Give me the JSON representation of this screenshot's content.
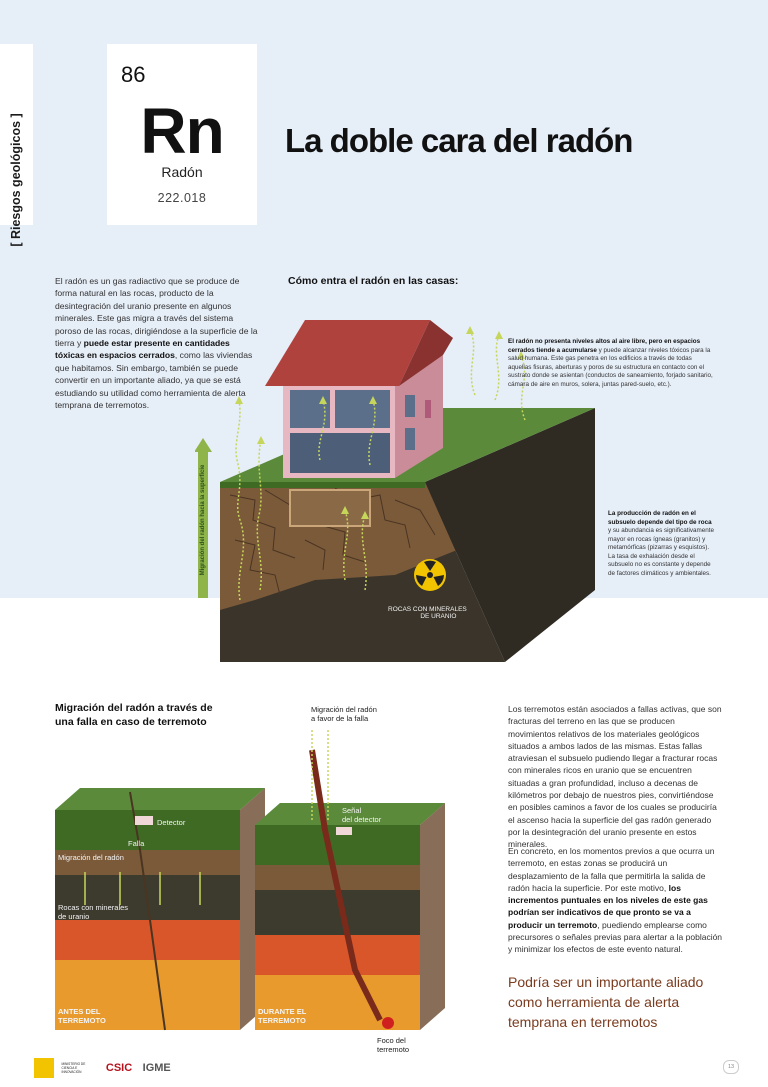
{
  "section_tag": "[ Riesgos geológicos ]",
  "element": {
    "number": "86",
    "symbol": "Rn",
    "name": "Radón",
    "mass": "222.018"
  },
  "title": "La doble cara del radón",
  "intro": {
    "p1": "El radón es un gas radiactivo que se produce de forma natural en las rocas, producto de la desintegración del uranio presente en algunos minerales. Este gas migra a través del sistema poroso de las rocas, dirigiéndose a la superficie de la tierra y ",
    "p1_bold": "puede estar presente en cantidades tóxicas en espacios cerrados",
    "p1_end": ", como las viviendas que habitamos. Sin embargo, también se puede convertir en un importante aliado, ya que se está estudiando su utilidad como herramienta de alerta temprana de terremotos."
  },
  "house_section": {
    "title": "Cómo entra el radón en las casas:",
    "note1_bold": "El radón no presenta niveles altos al aire libre, pero en espacios cerrados tiende a acumularse",
    "note1": " y puede alcanzar niveles tóxicos para la salud humana. Este gas penetra en los edificios a través de todas aquellas fisuras, aberturas y poros de su estructura en contacto con el sustrato donde se asientan (conductos de saneamiento, forjado sanitario, cámara de aire en muros, solera, juntas pared-suelo, etc.).",
    "note2_bold": "La producción de radón en el subsuelo depende del tipo de roca",
    "note2": " y su abundancia es significativamente mayor en rocas ígneas (granitos) y metamórficas (pizarras y esquistos). La tasa de exhalación desde el subsuelo no es constante y depende de factores climáticos y ambientales.",
    "migration_label": "Migración del radón hacia la superficie",
    "rock_label_1": "ROCAS CON MINERALES",
    "rock_label_2": "DE URANIO"
  },
  "fault_section": {
    "title_1": "Migración del radón a través de",
    "title_2": "una falla en caso de terremoto",
    "top_label_1": "Migración del radón",
    "top_label_2": "a favor de la falla",
    "detector": "Detector",
    "falla": "Falla",
    "migration": "Migración del radón",
    "rocks_1": "Rocas con minerales",
    "rocks_2": "de uranio",
    "signal_1": "Señal",
    "signal_2": "del detector",
    "before_1": "ANTES DEL",
    "before_2": "TERREMOTO",
    "during_1": "DURANTE EL",
    "during_2": "TERREMOTO",
    "focus_1": "Foco del",
    "focus_2": "terremoto"
  },
  "body": {
    "p1": "Los terremotos están asociados a fallas activas, que son fracturas del terreno en las que se producen movimientos relativos de los materiales geológicos situados a ambos lados de las mismas. Estas fallas atraviesan el subsuelo pudiendo llegar a fracturar rocas con minerales ricos en uranio que se encuentren situadas a gran profundidad, incluso a decenas de kilómetros por debajo de nuestros pies, convirtiéndose en posibles caminos a favor de los cuales se produciría el ascenso hacia la superficie del gas radón generado por la desintegración del uranio presente en estos minerales.",
    "p2_start": "En concreto, en los momentos previos a que ocurra un terremoto, en estas zonas se producirá un desplazamiento de la falla que permitirla la salida de radón hacia la superficie. Por este motivo, ",
    "p2_bold": "los incrementos puntuales en los niveles de este gas podrían ser indicativos de que pronto se va a producir un terremoto",
    "p2_end": ", puediendo emplearse como precursores o señales previas para alertar a la población y minimizar los efectos de este evento natural."
  },
  "quote": "Podría ser un importante aliado como herramienta de alerta temprana en terremotos",
  "footer": {
    "csic": "CSIC",
    "igme": "IGME",
    "ministry": "MINISTERIO DE CIENCIA E INNOVACIÓN",
    "page": "13"
  },
  "colors": {
    "background_band": "#e6eef8",
    "grass": "#5a8a3a",
    "soil": "#3a342a",
    "roof": "#b0423e",
    "radon_arrow": "#c6d65a",
    "quote": "#7a3b1e"
  }
}
